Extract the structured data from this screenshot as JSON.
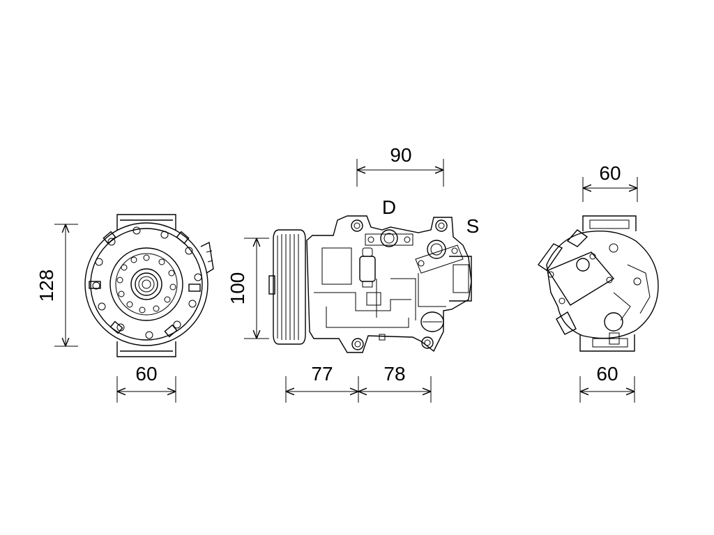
{
  "labels": {
    "front_height": "128",
    "front_width": "60",
    "side_height": "100",
    "side_top_width": "90",
    "side_bottom_left": "77",
    "side_bottom_right": "78",
    "port_discharge": "D",
    "port_suction": "S",
    "rear_top_width": "60",
    "rear_bottom_width": "60"
  }
}
